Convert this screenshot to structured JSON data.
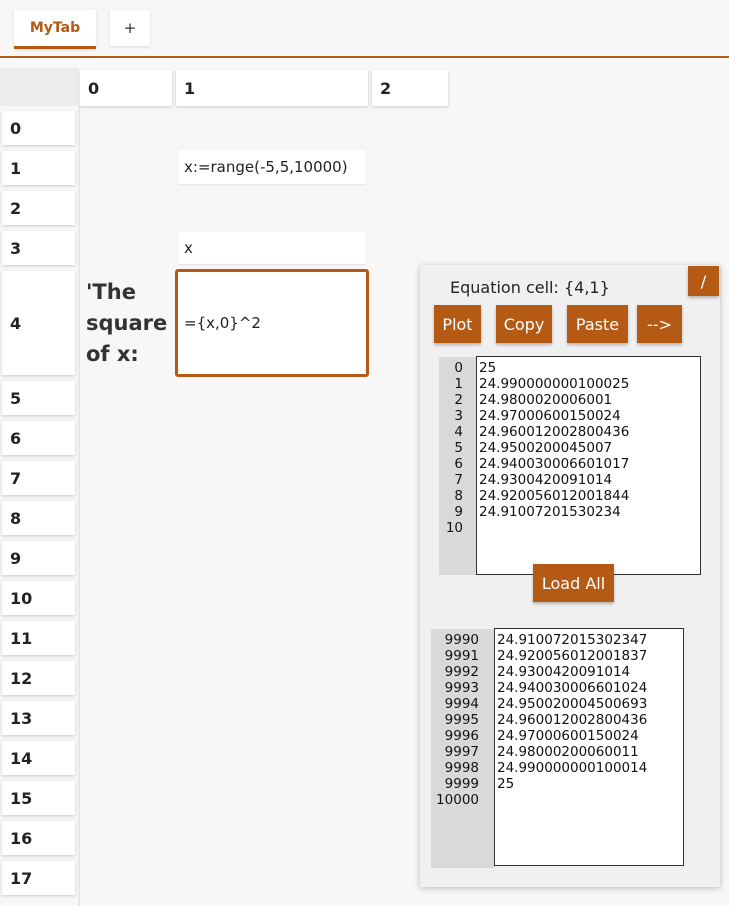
{
  "tabs": {
    "active": "MyTab",
    "add": "+"
  },
  "columns": [
    "0",
    "1",
    "2"
  ],
  "rows": [
    "0",
    "1",
    "2",
    "3",
    "4",
    "5",
    "6",
    "7",
    "8",
    "9",
    "10",
    "11",
    "12",
    "13",
    "14",
    "15",
    "16",
    "17"
  ],
  "cells": {
    "r1c1": "x:=range(-5,5,10000)",
    "r3c1": "x",
    "r4c1": "={x,0}^2",
    "r4c0_line1": "'The",
    "r4c0_line2": "square",
    "r4c0_line3": "of x:"
  },
  "panel": {
    "title": "Equation cell: {4,1}",
    "toggle_label": "/",
    "buttons": {
      "plot": "Plot",
      "copy": "Copy",
      "paste": "Paste",
      "arrow": "-->"
    },
    "load_all": "Load All",
    "top_list": {
      "indices": [
        "0",
        "1",
        "2",
        "3",
        "4",
        "5",
        "6",
        "7",
        "8",
        "9",
        "10"
      ],
      "values": [
        "25",
        "24.990000000100025",
        "24.9800020006001",
        "24.97000600150024",
        "24.960012002800436",
        "24.9500200045007",
        "24.940030006601017",
        "24.9300420091014",
        "24.920056012001844",
        "24.91007201530234"
      ]
    },
    "bottom_list": {
      "indices": [
        "9990",
        "9991",
        "9992",
        "9993",
        "9994",
        "9995",
        "9996",
        "9997",
        "9998",
        "9999",
        "10000"
      ],
      "values": [
        "24.910072015302347",
        "24.920056012001837",
        "24.9300420091014",
        "24.940030006601024",
        "24.950020004500693",
        "24.960012002800436",
        "24.97000600150024",
        "24.98000200060011",
        "24.990000000100014",
        "25"
      ]
    }
  },
  "colors": {
    "accent": "#b55a14"
  }
}
